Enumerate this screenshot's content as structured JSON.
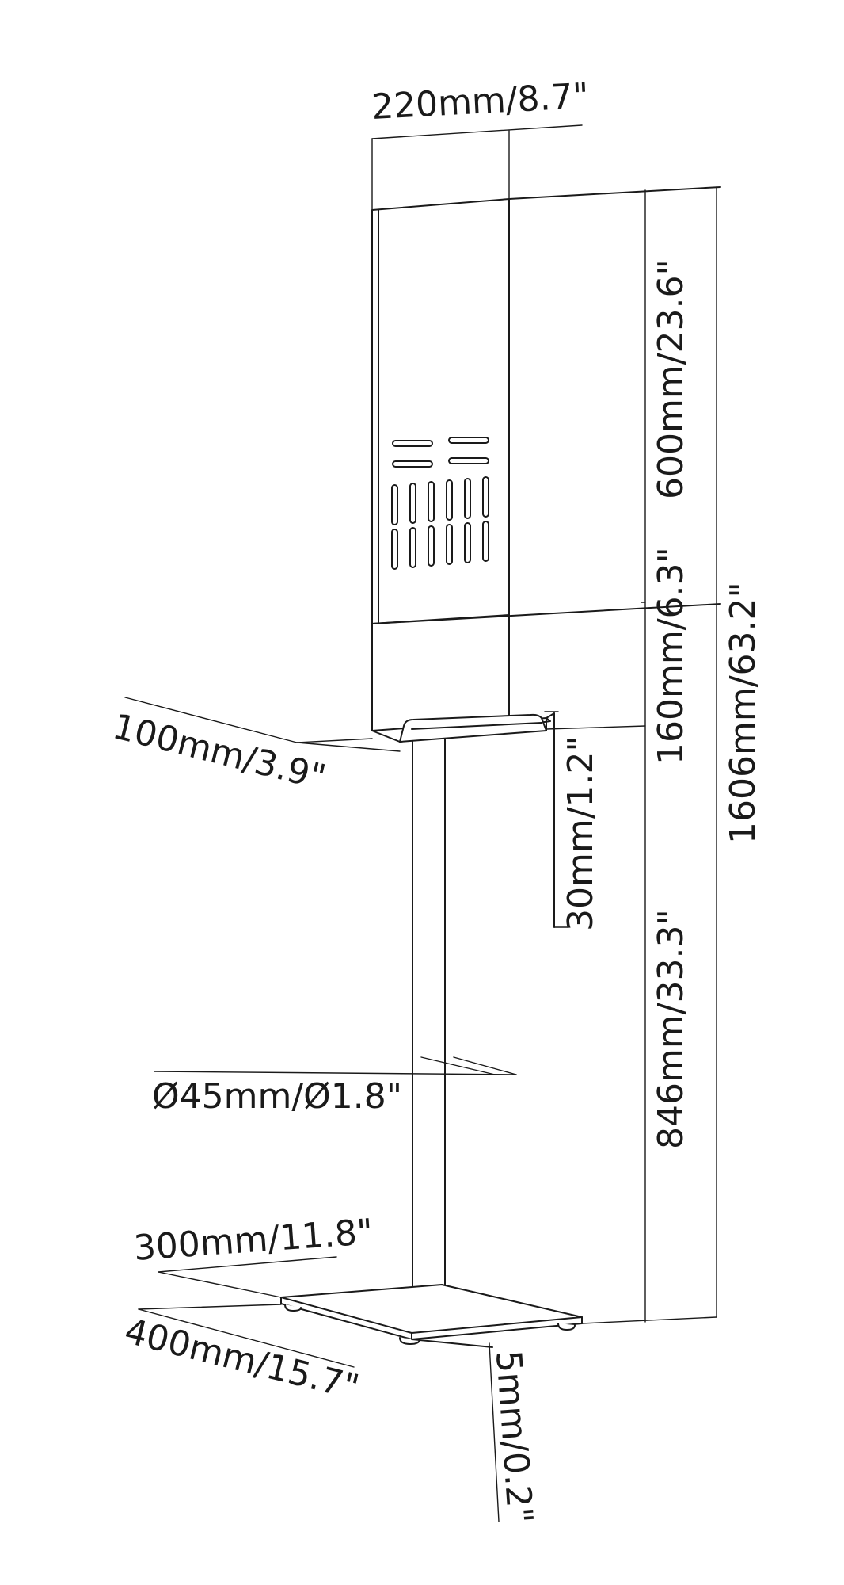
{
  "dimensions": {
    "width_top": "220mm/8.7\"",
    "panel_height": "600mm/23.6\"",
    "shelf_gap": "160mm/6.3\"",
    "total_height": "1606mm/63.2\"",
    "shelf_depth": "100mm/3.9\"",
    "shelf_lip": "30mm/1.2\"",
    "pole_height": "846mm/33.3\"",
    "pole_diameter": "Ø45mm/Ø1.8\"",
    "base_depth": "300mm/11.8\"",
    "base_width": "400mm/15.7\"",
    "base_thickness": "5mm/0.2\""
  }
}
